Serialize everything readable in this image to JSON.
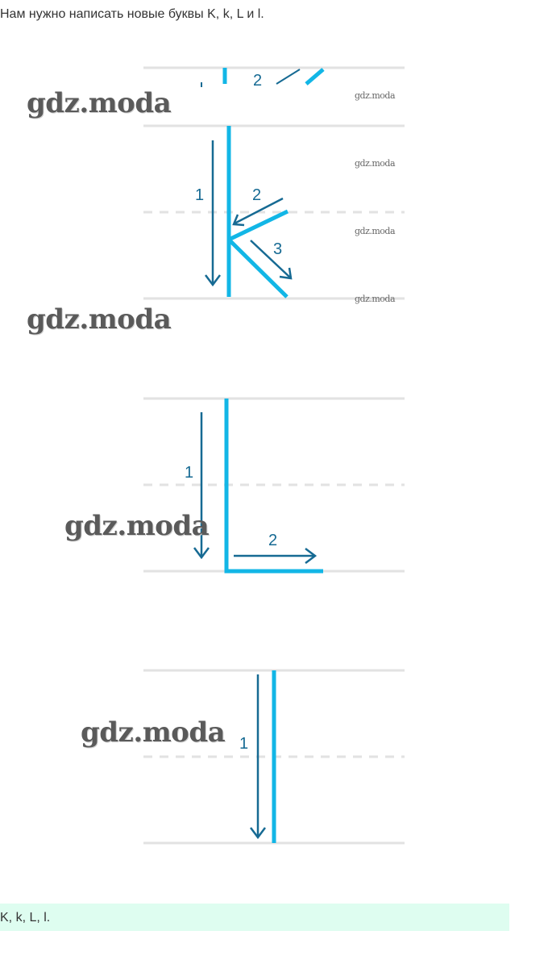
{
  "intro_text": "Нам нужно написать новые буквы K, k, L и l.",
  "answer_text": "K, k, L, l.",
  "watermark_text": "gdz.moda",
  "colors": {
    "letter": "#12b6e6",
    "arrow": "#166a93",
    "ruling": "#e2e2e2",
    "answer_bg": "#defdf0"
  },
  "diagrams": {
    "k_partial": {
      "label_2": "2"
    },
    "k_lower": {
      "label_1": "1",
      "label_2": "2",
      "label_3": "3"
    },
    "l_upper": {
      "label_1": "1",
      "label_2": "2"
    },
    "l_lower": {
      "label_1": "1"
    }
  }
}
